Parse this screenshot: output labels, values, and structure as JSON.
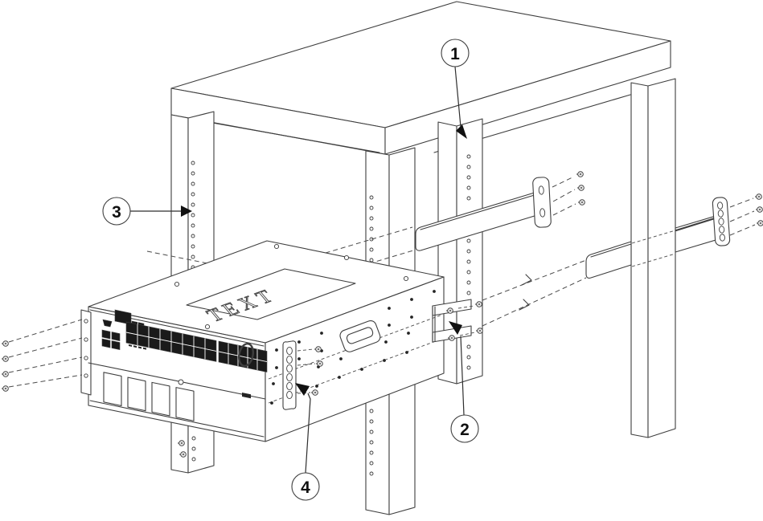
{
  "figure": {
    "chassis_label": "TEXT",
    "callouts": [
      {
        "number": "1",
        "target": "rack-rear-post"
      },
      {
        "number": "2",
        "target": "chassis-rear-slide-bracket"
      },
      {
        "number": "3",
        "target": "rack-front-post"
      },
      {
        "number": "4",
        "target": "chassis-side-rail-bracket"
      }
    ],
    "colors": {
      "line": "#3e3e3e",
      "dark": "#1a1a1a",
      "background": "#ffffff"
    }
  }
}
